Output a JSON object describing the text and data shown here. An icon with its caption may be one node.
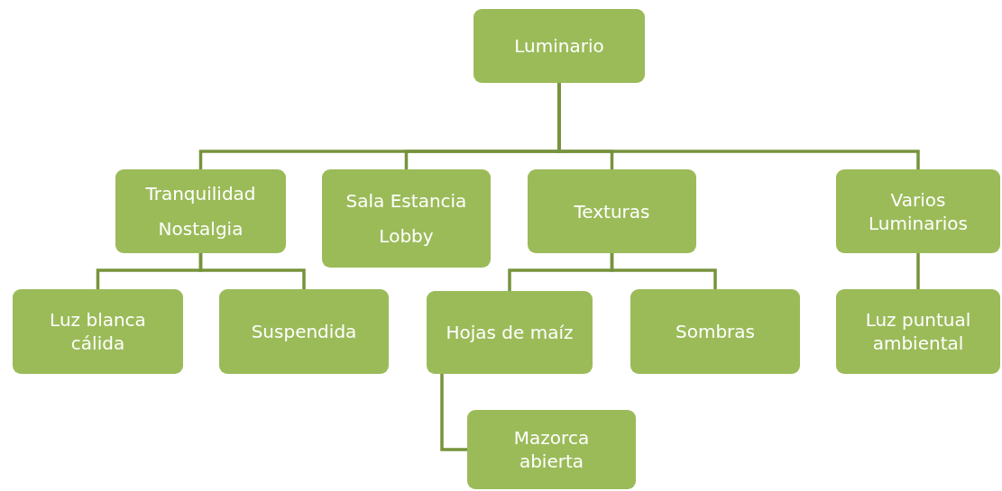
{
  "diagram": {
    "nodes": [
      {
        "text": [
          "Luminario"
        ]
      },
      {
        "text": [
          "Tranquilidad Nostalgia"
        ]
      },
      {
        "text": [
          "Sala Estancia Lobby"
        ]
      },
      {
        "text": [
          "Texturas"
        ]
      },
      {
        "text": [
          "Varios Luminarios"
        ]
      },
      {
        "text": [
          "Luz blanca cálida"
        ]
      },
      {
        "text": [
          "Suspendida"
        ]
      },
      {
        "text": [
          "Hojas de maíz"
        ]
      },
      {
        "text": [
          "Sombras"
        ]
      },
      {
        "text": [
          "Luz puntual ambiental"
        ]
      },
      {
        "text": [
          "Mazorca abierta"
        ]
      }
    ],
    "edges": [
      {
        "from": 0,
        "to": 1,
        "arrow": "none"
      },
      {
        "from": 0,
        "to": 2,
        "arrow": "none"
      },
      {
        "from": 0,
        "to": 3,
        "arrow": "none"
      },
      {
        "from": 0,
        "to": 4,
        "arrow": "none"
      },
      {
        "from": 1,
        "to": 5,
        "arrow": "none"
      },
      {
        "from": 1,
        "to": 6,
        "arrow": "none"
      },
      {
        "from": 3,
        "to": 7,
        "arrow": "none"
      },
      {
        "from": 3,
        "to": 8,
        "arrow": "none"
      },
      {
        "from": 4,
        "to": 9,
        "arrow": "none"
      },
      {
        "from": 7,
        "to": 10,
        "arrow": "none"
      }
    ]
  }
}
